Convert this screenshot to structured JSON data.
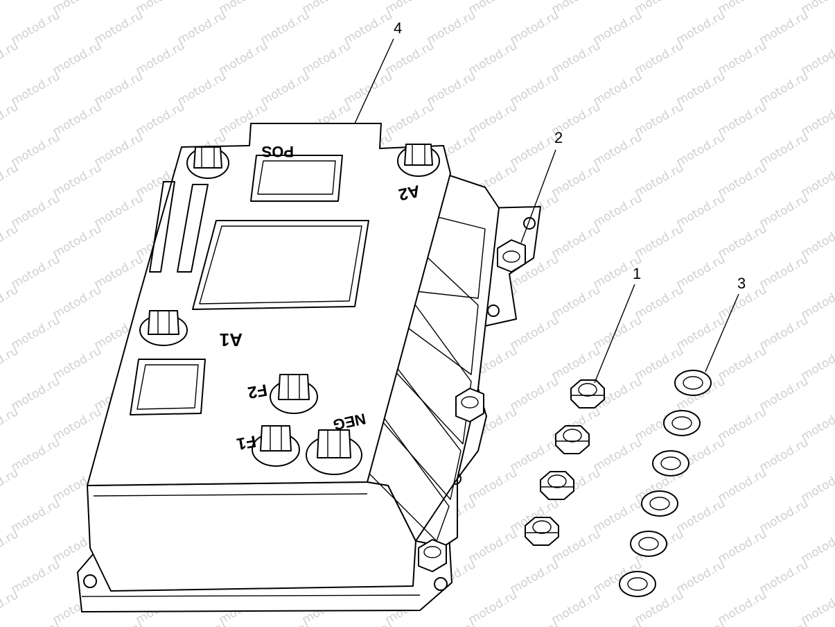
{
  "watermark": {
    "text": "motod.ru"
  },
  "callouts": [
    {
      "id": "1",
      "label": "1",
      "part": "nut"
    },
    {
      "id": "2",
      "label": "2",
      "part": "mounting-nut"
    },
    {
      "id": "3",
      "label": "3",
      "part": "washer"
    },
    {
      "id": "4",
      "label": "4",
      "part": "controller"
    }
  ],
  "terminals": {
    "pos": "POS",
    "a2": "A2",
    "a1": "A1",
    "f2": "F2",
    "f1": "F1",
    "neg": "NEG"
  },
  "parts": {
    "nut_count": 4,
    "washer_count": 6
  }
}
